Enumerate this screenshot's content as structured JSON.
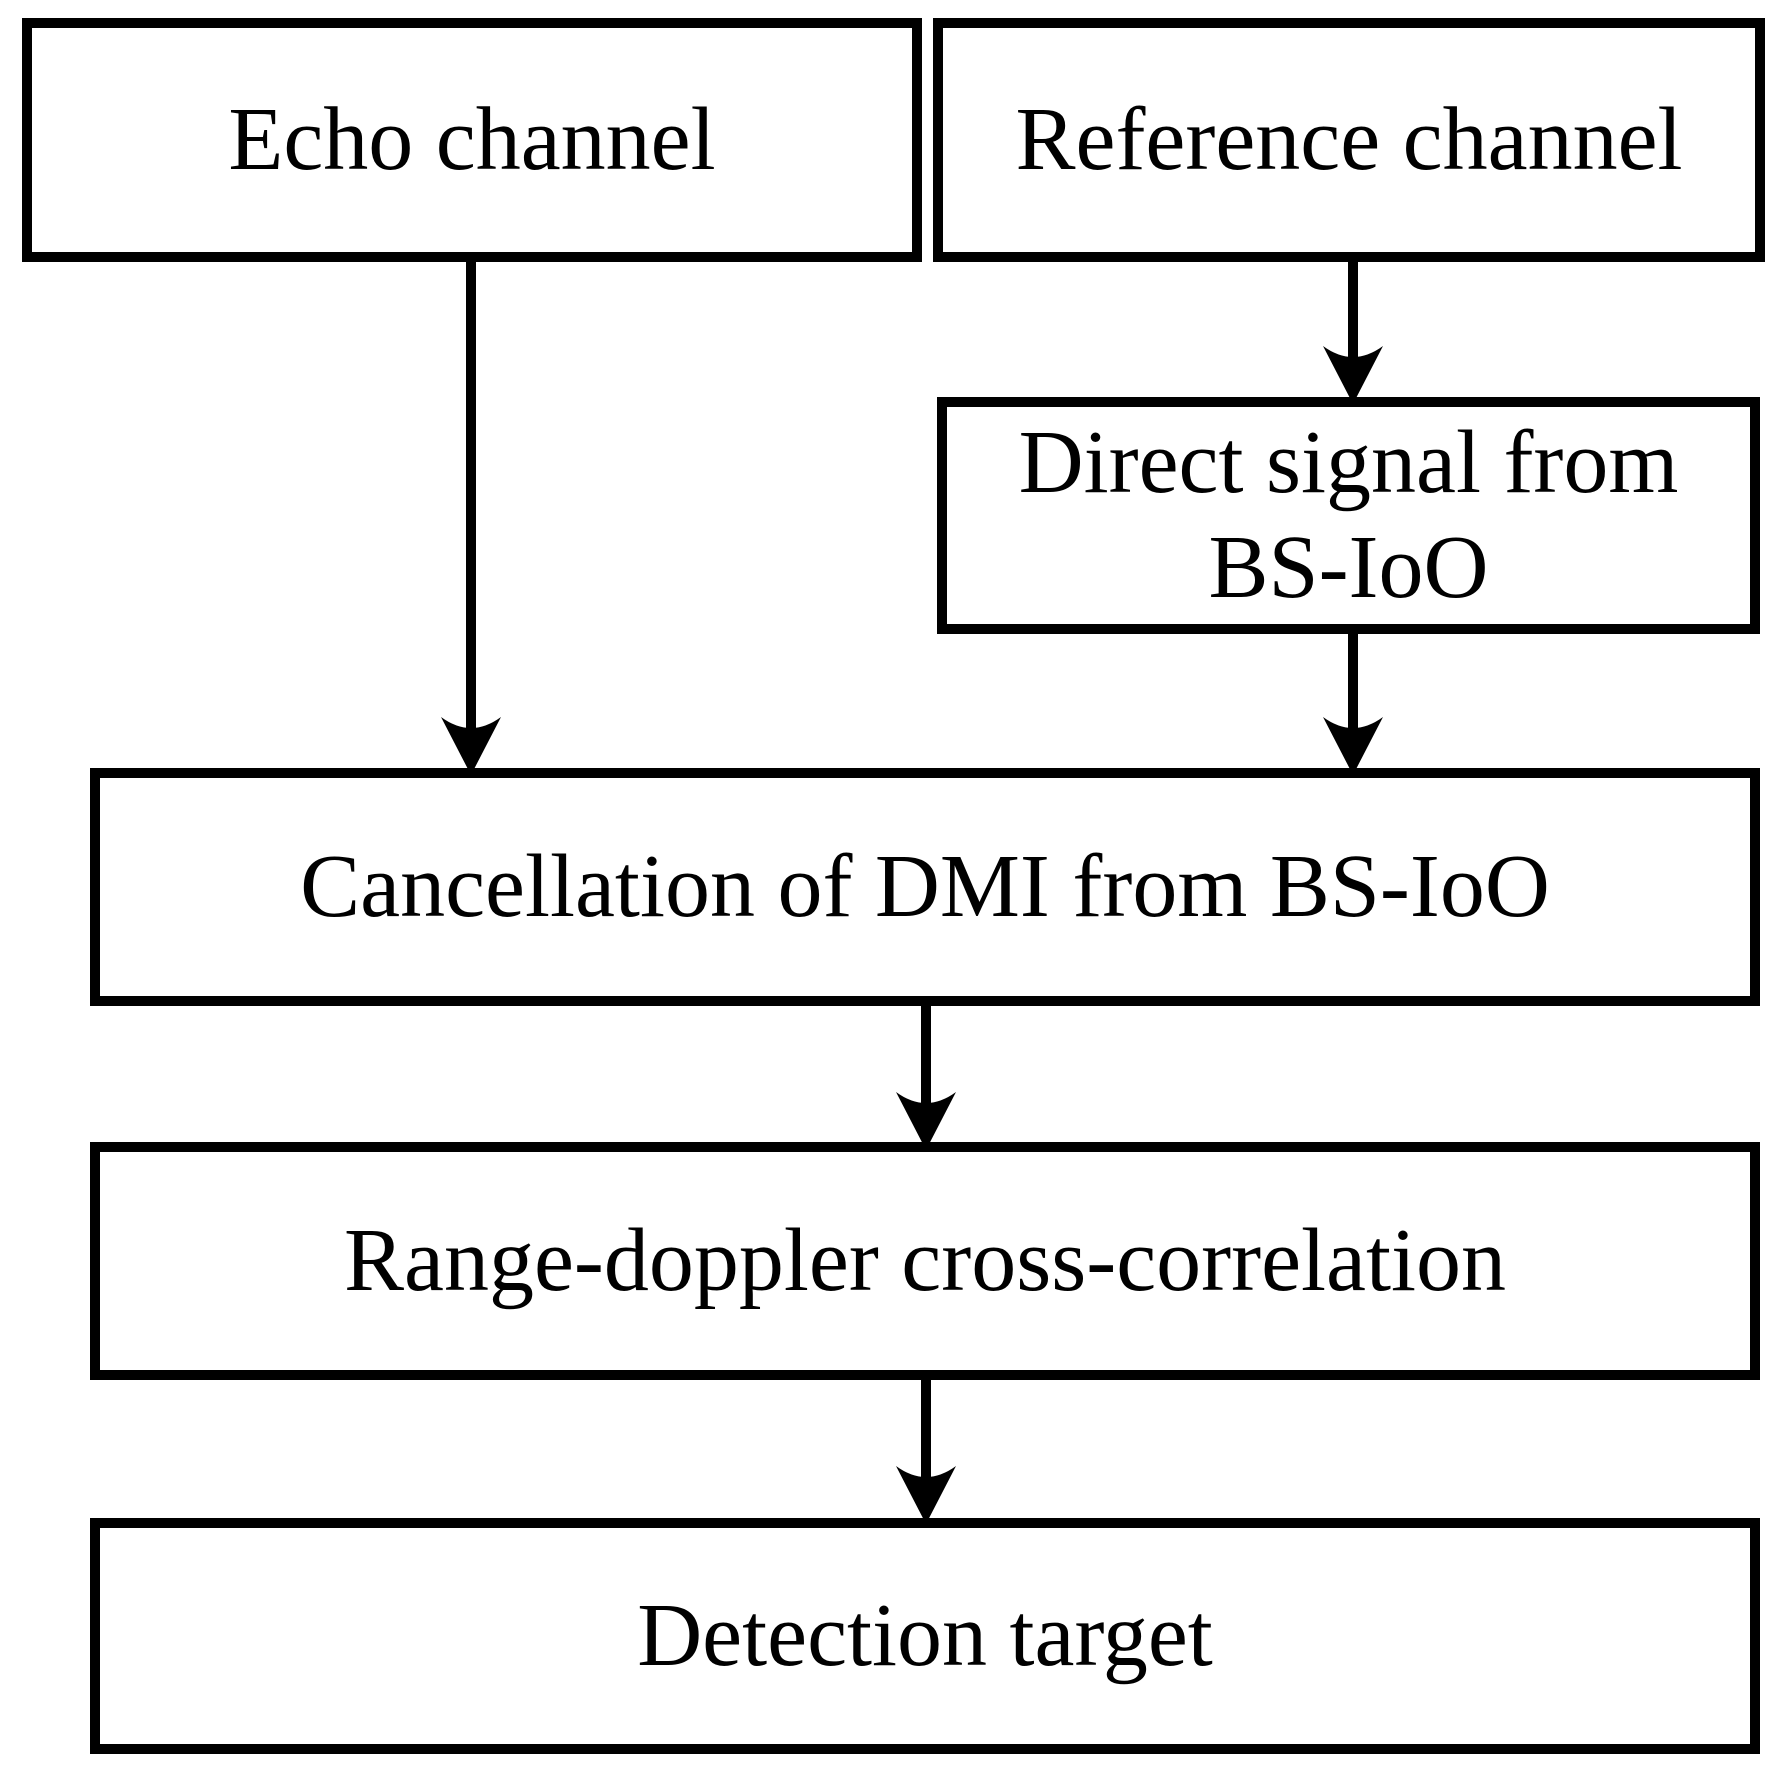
{
  "diagram": {
    "type": "flowchart",
    "colors": {
      "line": "#000000",
      "text": "#000000",
      "background": "#ffffff"
    },
    "boxes": {
      "echo": {
        "label": "Echo channel"
      },
      "reference": {
        "label": "Reference channel"
      },
      "direct_signal": {
        "label": "Direct signal from BS-IoO",
        "lines": [
          "Direct signal from",
          "BS-IoO"
        ]
      },
      "cancellation": {
        "label": "Cancellation of DMI from BS-IoO"
      },
      "range_doppler": {
        "label": "Range-doppler cross-correlation"
      },
      "detection": {
        "label": "Detection target"
      }
    },
    "edges": [
      {
        "from": "echo",
        "to": "cancellation"
      },
      {
        "from": "reference",
        "to": "direct_signal"
      },
      {
        "from": "direct_signal",
        "to": "cancellation"
      },
      {
        "from": "cancellation",
        "to": "range_doppler"
      },
      {
        "from": "range_doppler",
        "to": "detection"
      }
    ]
  }
}
